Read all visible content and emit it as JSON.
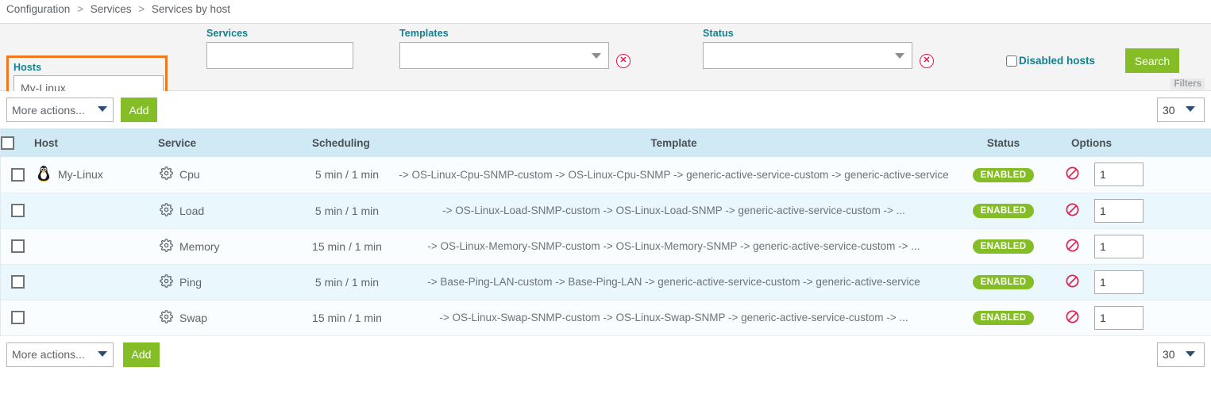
{
  "breadcrumb": {
    "items": [
      "Configuration",
      "Services",
      "Services by host"
    ],
    "separator": ">"
  },
  "filters": {
    "hosts": {
      "label": "Hosts",
      "value": "My-Linux",
      "placeholder": ""
    },
    "services": {
      "label": "Services",
      "value": "",
      "placeholder": ""
    },
    "templates": {
      "label": "Templates",
      "value": "",
      "clear_icon": "clear-circle-icon"
    },
    "status": {
      "label": "Status",
      "value": "",
      "clear_icon": "clear-circle-icon"
    },
    "disabled_hosts": {
      "label": "Disabled hosts",
      "checked": false
    },
    "search_button": "Search",
    "filters_tag": "Filters",
    "highlight_color": "#f07820",
    "label_color": "#128090"
  },
  "toolbar_top": {
    "more_actions": "More actions...",
    "add_label": "Add",
    "page_size": "30"
  },
  "toolbar_bottom": {
    "more_actions": "More actions...",
    "add_label": "Add",
    "page_size": "30"
  },
  "table": {
    "headers": {
      "host": "Host",
      "service": "Service",
      "scheduling": "Scheduling",
      "template": "Template",
      "status": "Status",
      "options": "Options"
    },
    "rows": [
      {
        "host": "My-Linux",
        "host_icon": "linux-penguin-icon",
        "service": "Cpu",
        "service_icon": "gear-icon",
        "scheduling": "5 min / 1 min",
        "template": "-> OS-Linux-Cpu-SNMP-custom -> OS-Linux-Cpu-SNMP -> generic-active-service-custom -> generic-active-service",
        "status": "ENABLED",
        "option_icon": "disable-circle-icon",
        "quantity": "1"
      },
      {
        "host": "",
        "host_icon": "",
        "service": "Load",
        "service_icon": "gear-icon",
        "scheduling": "5 min / 1 min",
        "template": "-> OS-Linux-Load-SNMP-custom -> OS-Linux-Load-SNMP -> generic-active-service-custom -> ...",
        "status": "ENABLED",
        "option_icon": "disable-circle-icon",
        "quantity": "1"
      },
      {
        "host": "",
        "host_icon": "",
        "service": "Memory",
        "service_icon": "gear-icon",
        "scheduling": "15 min / 1 min",
        "template": "-> OS-Linux-Memory-SNMP-custom -> OS-Linux-Memory-SNMP -> generic-active-service-custom -> ...",
        "status": "ENABLED",
        "option_icon": "disable-circle-icon",
        "quantity": "1"
      },
      {
        "host": "",
        "host_icon": "",
        "service": "Ping",
        "service_icon": "gear-icon",
        "scheduling": "5 min / 1 min",
        "template": "-> Base-Ping-LAN-custom -> Base-Ping-LAN -> generic-active-service-custom -> generic-active-service",
        "status": "ENABLED",
        "option_icon": "disable-circle-icon",
        "quantity": "1"
      },
      {
        "host": "",
        "host_icon": "",
        "service": "Swap",
        "service_icon": "gear-icon",
        "scheduling": "15 min / 1 min",
        "template": "-> OS-Linux-Swap-SNMP-custom -> OS-Linux-Swap-SNMP -> generic-active-service-custom -> ...",
        "status": "ENABLED",
        "option_icon": "disable-circle-icon",
        "quantity": "1"
      }
    ]
  },
  "colors": {
    "accent_green": "#84bd25",
    "teal_label": "#128090",
    "orange_highlight": "#f07820",
    "header_blue": "#cfeaf5",
    "red_clear": "#e8174a"
  }
}
